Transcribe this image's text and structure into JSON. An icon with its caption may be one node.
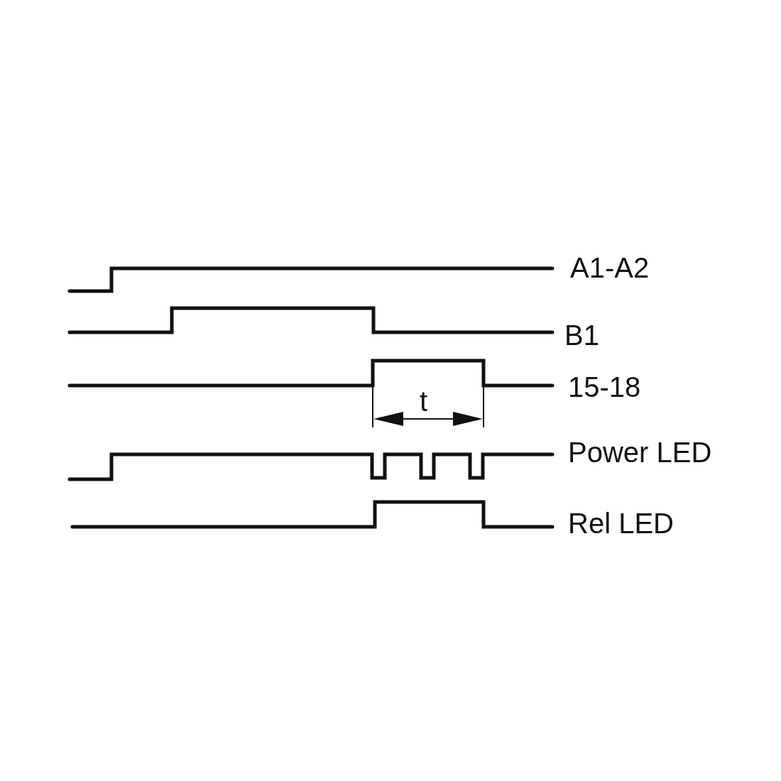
{
  "diagram": {
    "labels": [
      "A1-A2",
      "B1",
      "15-18",
      "t",
      "Power LED",
      "Rel LED"
    ]
  }
}
